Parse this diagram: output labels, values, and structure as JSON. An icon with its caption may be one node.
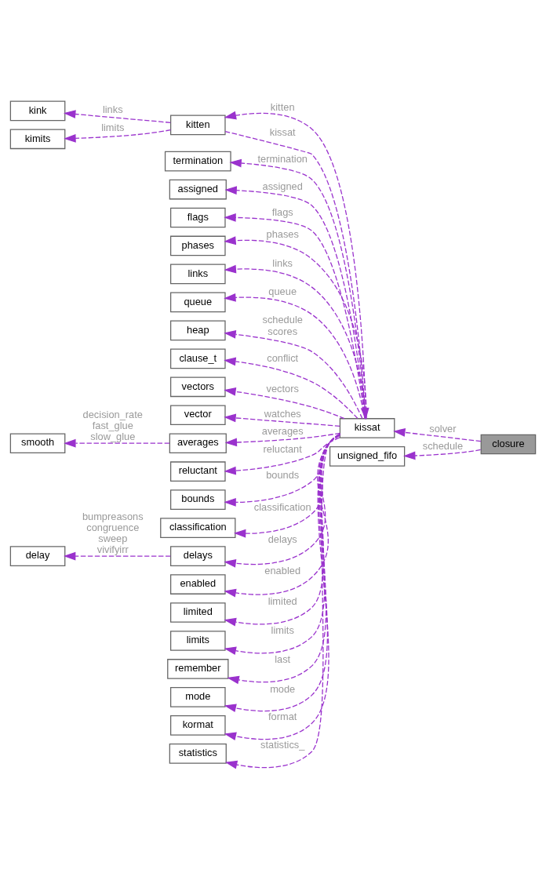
{
  "diagram": {
    "nodes": [
      {
        "text": [
          "termination"
        ]
      },
      {
        "text": [
          "assigned"
        ]
      },
      {
        "text": [
          "flags"
        ]
      },
      {
        "text": [
          "phases"
        ]
      },
      {
        "text": [
          "links"
        ]
      },
      {
        "text": [
          "queue"
        ]
      },
      {
        "text": [
          "heap"
        ]
      },
      {
        "text": [
          "clause_t"
        ]
      },
      {
        "text": [
          "vectors"
        ]
      },
      {
        "text": [
          "vector"
        ]
      },
      {
        "text": [
          "averages"
        ]
      },
      {
        "text": [
          "reluctant"
        ]
      },
      {
        "text": [
          "bounds"
        ]
      },
      {
        "text": [
          "classification"
        ]
      },
      {
        "text": [
          "delays"
        ]
      },
      {
        "text": [
          "enabled"
        ]
      },
      {
        "text": [
          "limited"
        ]
      },
      {
        "text": [
          "limits"
        ]
      },
      {
        "text": [
          "remember"
        ]
      },
      {
        "text": [
          "mode"
        ]
      },
      {
        "text": [
          "kormat"
        ]
      },
      {
        "text": [
          "statistics"
        ]
      },
      {
        "text": [
          "smooth"
        ]
      },
      {
        "text": [
          "delay"
        ]
      },
      {
        "text": [
          "kink"
        ]
      },
      {
        "text": [
          "kimits"
        ]
      },
      {
        "text": [
          "kitten"
        ]
      },
      {
        "text": [
          "kissat"
        ]
      },
      {
        "text": [
          "closure"
        ]
      },
      {
        "text": [
          "unsigned_fifo"
        ]
      }
    ],
    "edges": [
      {
        "from": 27,
        "to": 0,
        "arrow": "to",
        "label": "termination"
      },
      {
        "from": 27,
        "to": 1,
        "arrow": "to",
        "label": "assigned"
      },
      {
        "from": 27,
        "to": 2,
        "arrow": "to",
        "label": "flags"
      },
      {
        "from": 27,
        "to": 3,
        "arrow": "to",
        "label": "phases"
      },
      {
        "from": 27,
        "to": 4,
        "arrow": "to",
        "label": "links"
      },
      {
        "from": 27,
        "to": 5,
        "arrow": "to",
        "label": "queue"
      },
      {
        "from": 27,
        "to": 6,
        "arrow": "to",
        "label": "schedule scores"
      },
      {
        "from": 27,
        "to": 7,
        "arrow": "to",
        "label": "conflict"
      },
      {
        "from": 27,
        "to": 8,
        "arrow": "to",
        "label": "vectors"
      },
      {
        "from": 27,
        "to": 9,
        "arrow": "to",
        "label": "watches"
      },
      {
        "from": 27,
        "to": 10,
        "arrow": "to",
        "label": "averages"
      },
      {
        "from": 27,
        "to": 11,
        "arrow": "to",
        "label": "reluctant"
      },
      {
        "from": 27,
        "to": 12,
        "arrow": "to",
        "label": "bounds"
      },
      {
        "from": 27,
        "to": 13,
        "arrow": "to",
        "label": "classification"
      },
      {
        "from": 27,
        "to": 14,
        "arrow": "to",
        "label": "delays"
      },
      {
        "from": 27,
        "to": 15,
        "arrow": "to",
        "label": "enabled"
      },
      {
        "from": 27,
        "to": 16,
        "arrow": "to",
        "label": "limited"
      },
      {
        "from": 27,
        "to": 17,
        "arrow": "to",
        "label": "limits"
      },
      {
        "from": 27,
        "to": 18,
        "arrow": "to",
        "label": "last"
      },
      {
        "from": 27,
        "to": 19,
        "arrow": "to",
        "label": "mode"
      },
      {
        "from": 27,
        "to": 20,
        "arrow": "to",
        "label": "format"
      },
      {
        "from": 27,
        "to": 21,
        "arrow": "to",
        "label": "statistics_"
      },
      {
        "from": 10,
        "to": 22,
        "arrow": "to",
        "label": "decision_rate fast_glue slow_glue"
      },
      {
        "from": 14,
        "to": 23,
        "arrow": "to",
        "label": "bumpreasons congruence sweep vivifyirr"
      },
      {
        "from": 26,
        "to": 24,
        "arrow": "to",
        "label": "links"
      },
      {
        "from": 26,
        "to": 25,
        "arrow": "to",
        "label": "limits"
      },
      {
        "from": 26,
        "to": 27,
        "arrow": "to",
        "label": "kissat"
      },
      {
        "from": 27,
        "to": 26,
        "arrow": "to",
        "label": "kitten"
      },
      {
        "from": 28,
        "to": 27,
        "arrow": "to",
        "label": "solver"
      },
      {
        "from": 28,
        "to": 29,
        "arrow": "to",
        "label": "schedule"
      }
    ]
  }
}
